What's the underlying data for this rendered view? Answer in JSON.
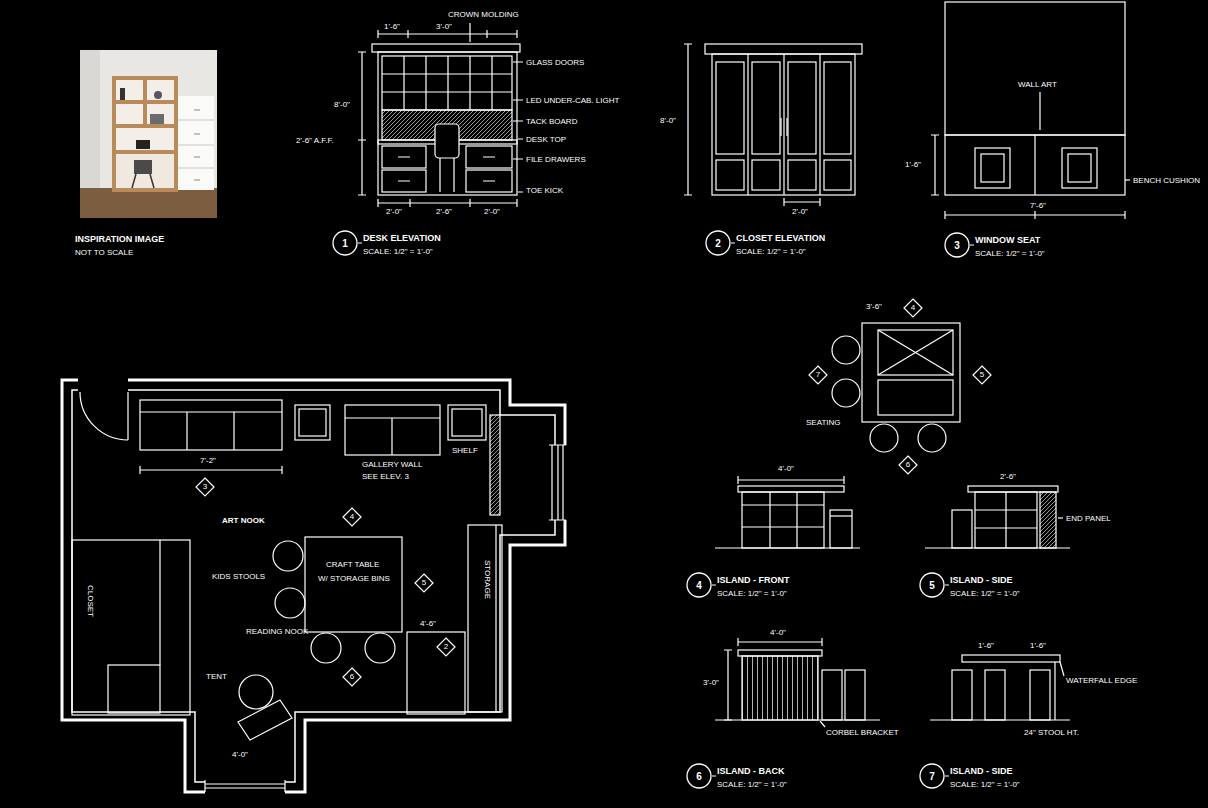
{
  "diagram": {
    "nodes": [
      {
        "text": [
          "1"
        ]
      },
      {
        "text": [
          "2"
        ]
      },
      {
        "text": [
          "3"
        ]
      },
      {
        "text": [
          "4"
        ]
      },
      {
        "text": [
          "7"
        ]
      },
      {
        "text": [
          "5"
        ]
      },
      {
        "text": [
          "3"
        ]
      },
      {
        "text": [
          "6"
        ]
      },
      {
        "text": [
          "4"
        ]
      },
      {
        "text": [
          "5"
        ]
      },
      {
        "text": [
          "4"
        ]
      },
      {
        "text": [
          "5"
        ]
      },
      {
        "text": [
          "2"
        ]
      },
      {
        "text": [
          "6"
        ]
      },
      {
        "text": [
          "6"
        ]
      },
      {
        "text": [
          "7"
        ]
      }
    ],
    "labels": [
      "INSPIRATION IMAGE",
      "NOT TO SCALE",
      "CROWN MOLDING",
      "1'-6\"",
      "3'-0\"",
      "GLASS DOORS",
      "LED UNDER-CAB. LIGHT",
      "TACK BOARD",
      "DESK TOP",
      "FILE DRAWERS",
      "TOE KICK",
      "8'-0\"",
      "2'-6\" A.F.F.",
      "2'-0\"",
      "2'-6\"",
      "2'-0\"",
      "DESK ELEVATION",
      "SCALE: 1/2\" = 1'-0\"",
      "8'-0\"",
      "2'-0\"",
      "CLOSET ELEVATION",
      "SCALE: 1/2\" = 1'-0\"",
      "WALL ART",
      "1'-6\"",
      "7'-6\"",
      "BENCH CUSHION",
      "WINDOW SEAT",
      "SCALE: 1/2\" = 1'-0\"",
      "7'-2\"",
      "GALLERY WALL",
      "SEE ELEV. 3",
      "SHELF",
      "ART NOOK",
      "KIDS STOOLS",
      "CRAFT TABLE",
      "W/ STORAGE BINS",
      "READING NOOK",
      "4'-6\"",
      "CLOSET",
      "STORAGE",
      "TENT",
      "4'-0\"",
      "3'-6\"",
      "SEATING",
      "4'-0\"",
      "ISLAND - FRONT",
      "SCALE: 1/2\" = 1'-0\"",
      "2'-6\"",
      "END PANEL",
      "ISLAND - SIDE",
      "SCALE: 1/2\" = 1'-0\"",
      "4'-0\"",
      "3'-0\"",
      "CORBEL BRACKET",
      "ISLAND - BACK",
      "SCALE: 1/2\" = 1'-0\"",
      "1'-6\"",
      "1'-6\"",
      "WATERFALL EDGE",
      "24\" STOOL HT.",
      "ISLAND - SIDE",
      "SCALE: 1/2\" = 1'-0\""
    ]
  }
}
